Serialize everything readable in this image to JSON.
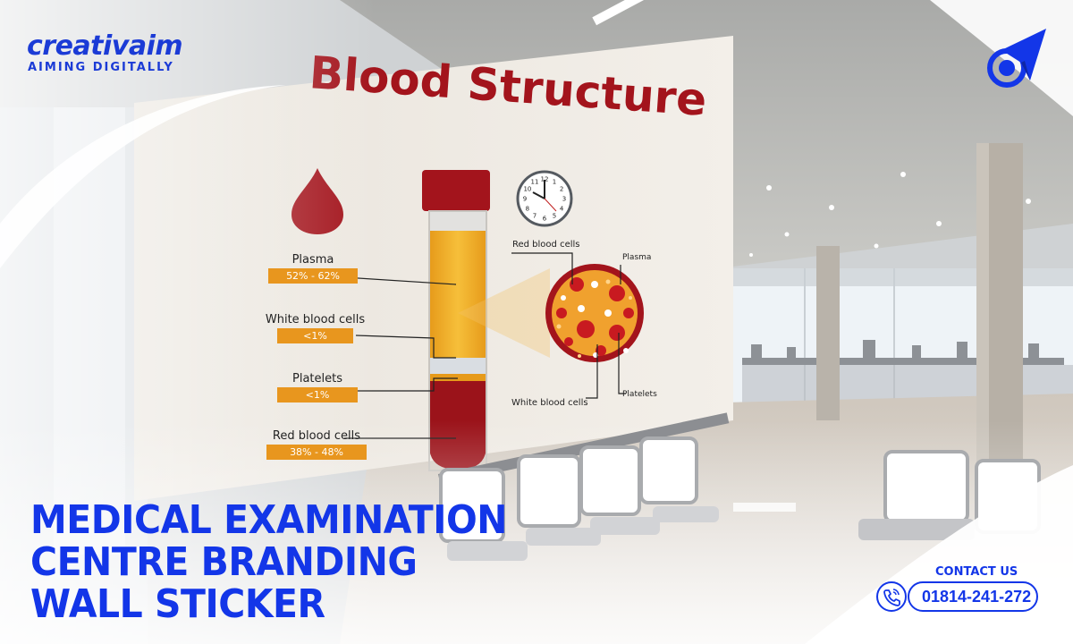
{
  "brand": {
    "name": "creativaim",
    "tagline": "AIMING DIGITALLY",
    "logo_icon": "target-arrow-icon"
  },
  "wall_graphic": {
    "title": "Blood Structure",
    "components": [
      {
        "label": "Plasma",
        "value": "52% - 62%"
      },
      {
        "label": "White blood cells",
        "value": "<1%"
      },
      {
        "label": "Platelets",
        "value": "<1%"
      },
      {
        "label": "Red blood cells",
        "value": "38% - 48%"
      }
    ],
    "cell_labels": {
      "red_blood_cells": "Red blood cells",
      "plasma": "Plasma",
      "white_blood_cells": "White blood cells",
      "platelets": "Platelets"
    },
    "clock_numbers": [
      "12",
      "1",
      "2",
      "3",
      "4",
      "5",
      "6",
      "7",
      "8",
      "9",
      "10",
      "11"
    ]
  },
  "headline": {
    "line1": "MEDICAL EXAMINATION",
    "line2": "CENTRE BRANDING",
    "line3": "WALL STICKER"
  },
  "contact": {
    "label": "CONTACT US",
    "phone": "01814-241-272",
    "icon": "phone-icon"
  },
  "colors": {
    "brand_blue": "#1336e8",
    "blood_red": "#a3141c",
    "label_orange": "#e8961e",
    "wall": "#ece7df"
  }
}
